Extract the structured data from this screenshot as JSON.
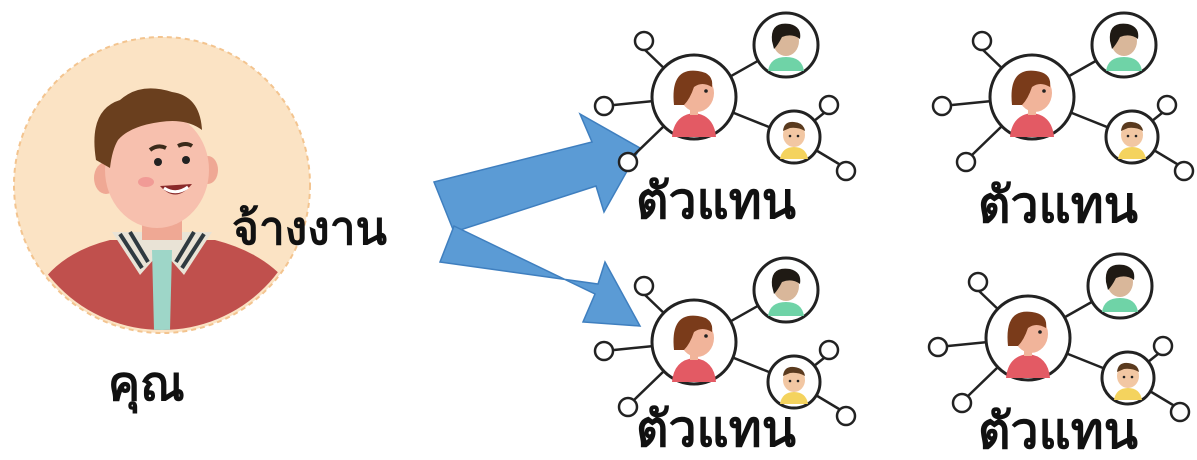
{
  "you_label": "คุณ",
  "action_label": "จ้างงาน",
  "agents": [
    {
      "label": "ตัวแทน"
    },
    {
      "label": "ตัวแทน"
    },
    {
      "label": "ตัวแทน"
    },
    {
      "label": "ตัวแทน"
    }
  ],
  "colors": {
    "arrow": "#5b9bd5",
    "portrait_bg": "#fbe3c4",
    "portrait_ring": "#f3c48f",
    "hair": "#6a3f1e",
    "skin": "#f7c0ae",
    "jacket": "#c0504d",
    "tie": "#9ed6c8",
    "agent_woman_shirt": "#e35a64",
    "agent_man_shirt": "#6fd3a7",
    "agent_kid_shirt": "#f4d35e",
    "node_stroke": "#222222"
  },
  "icons": [
    "person-portrait-icon",
    "arrow-right-icon",
    "network-people-icon"
  ]
}
